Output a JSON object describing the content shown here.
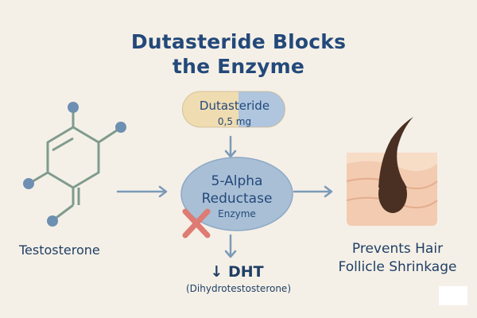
{
  "title": {
    "line1": "Dutasteride Blocks",
    "line2": "the Enzyme"
  },
  "drug": {
    "name": "Dutasteride",
    "dose": "0,5 mg"
  },
  "enzyme": {
    "line1": "5-Alpha",
    "line2": "Reductase",
    "line3": "Enzyme"
  },
  "input_label": "Testosterone",
  "output": {
    "dht": "↓ DHT",
    "dht_full": "(Dihydrotestosterone)"
  },
  "result": {
    "line1": "Prevents Hair",
    "line2": "Follicle Shrinkage"
  },
  "colors": {
    "background": "#f5f0e7",
    "text": "#23497a",
    "molecule_line": "#7f9b8e",
    "molecule_node": "#6d8fb2",
    "arrow": "#7b9ab8",
    "enzyme_fill": "#a9bfd6",
    "block_mark": "#de7b73",
    "skin": "#f1c6aa",
    "hair": "#4a3022"
  },
  "icons": {
    "molecule": "testosterone-molecule-icon",
    "capsule": "capsule-icon",
    "block": "blocked-x-icon",
    "follicle": "hair-follicle-icon"
  }
}
